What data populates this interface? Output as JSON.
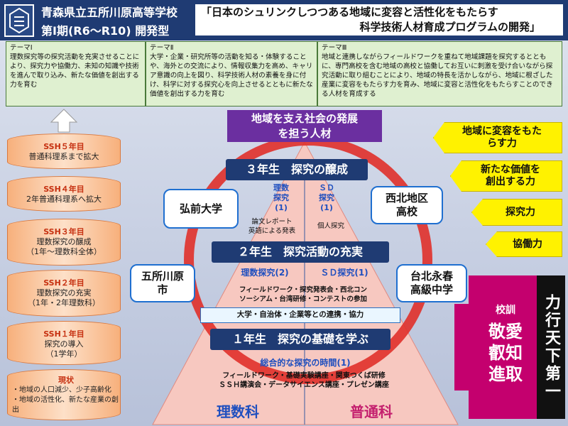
{
  "header": {
    "school": "青森県立五所川原高等学校",
    "phase": "第Ⅰ期(R6～R10) 開発型",
    "title_line1": "「日本のシュリンクしつつある地域に変容と活性化をもたらす",
    "title_line2": "科学技術人材育成プログラムの開発」"
  },
  "themes": [
    {
      "title": "テーマⅠ",
      "body": "理数探究等の探究活動を充実させることにより、探究力や協働力、未知の知識や技術を進んで取り込み、新たな価値を創出する力を育む"
    },
    {
      "title": "テーマⅡ",
      "body": "大学・企業・研究所等の活動を知る・体験することや、海外との交流により、情報収集力を高め、キャリア意識の向上を図り、科学技術人材の素養を身に付け、科学に対する探究心を向上させるとともに新たな価値を創出する力を育む"
    },
    {
      "title": "テーマⅢ",
      "body": "地域と連携しながらフィールドワークを重ねて地域課題を探究するとともに、専門高校を含む地域の高校と協働してお互いに刺激を受け合いながら探究活動に取り組むことにより、地域の特長を活かしながら、地域に根ざした産業に変容をもたらす力を育み、地域に変容と活性化をもたらすことのできる人材を育成する"
    }
  ],
  "ssh": [
    {
      "head": "SSH５年目",
      "lines": [
        "普通科理系まで拡大"
      ]
    },
    {
      "head": "SSH４年目",
      "lines": [
        "2年普通科理系へ拡大"
      ]
    },
    {
      "head": "SSH３年目",
      "lines": [
        "理数探究の醸成",
        "（1年～理数科全体）"
      ]
    },
    {
      "head": "SSH２年目",
      "lines": [
        "理数探究の充実",
        "（1年・2年理数科）"
      ]
    },
    {
      "head": "SSH１年目",
      "lines": [
        "探究の導入",
        "（1学年）"
      ]
    }
  ],
  "current": {
    "head": "現状",
    "lines": [
      "・地域の人口減少、少子高齢化",
      "・地域の活性化、新たな産業の創出"
    ]
  },
  "pyramid": {
    "top": "地域を支え社会の発展を担う人材",
    "top_l1": "地域を支え社会の発展",
    "top_l2": "を担う人材",
    "y3": "３年生　探究の醸成",
    "y3_left_title": [
      "理数",
      "探究",
      "(1)"
    ],
    "y3_right_title": [
      "ＳＤ",
      "探究",
      "(1)"
    ],
    "y3_left_body": [
      "論文レポート",
      "英語による発表"
    ],
    "y3_right_body": "個人探究",
    "y2": "２年生　探究活動の充実",
    "y2_left_title": "理数探究(2)",
    "y2_right_title": "ＳＤ探究(1)",
    "y2_body": [
      "フィールドワーク・探究発表会・西北コン",
      "ソーシアム・台湾研修・コンテストの参加"
    ],
    "collab": "大学・自治体・企業等との連携・協力",
    "y1": "１年生　探究の基礎を学ぶ",
    "y1_title": "総合的な探究の時間(1)",
    "y1_body": [
      "フィールドワーク・基礎実験講座・関東つくば研修",
      "ＳＳＨ講演会・データサイエンス講座・プレゼン講座"
    ],
    "base_left": "理数科",
    "base_right": "普通科"
  },
  "partners": {
    "hirosaki": "弘前大学",
    "goshogawara": [
      "五所川原",
      "市"
    ],
    "seihoku": [
      "西北地区",
      "高校"
    ],
    "taipei": [
      "台北永春",
      "高級中学"
    ]
  },
  "abilities": [
    [
      "地域に変容をもた",
      "らす力"
    ],
    [
      "新たな価値を",
      "創出する力"
    ],
    [
      "探究力"
    ],
    [
      "協働力"
    ]
  ],
  "motto": {
    "label": "校訓",
    "words": [
      "敬愛",
      "叡知",
      "進取"
    ],
    "vertical": "力行天下第一"
  },
  "colors": {
    "navy": "#1f3b73",
    "pyramid": "#f7c8c0",
    "ring": "#e0302a",
    "purple": "#6b2fa0",
    "magenta": "#c4006e",
    "yellow": "#fff200"
  }
}
